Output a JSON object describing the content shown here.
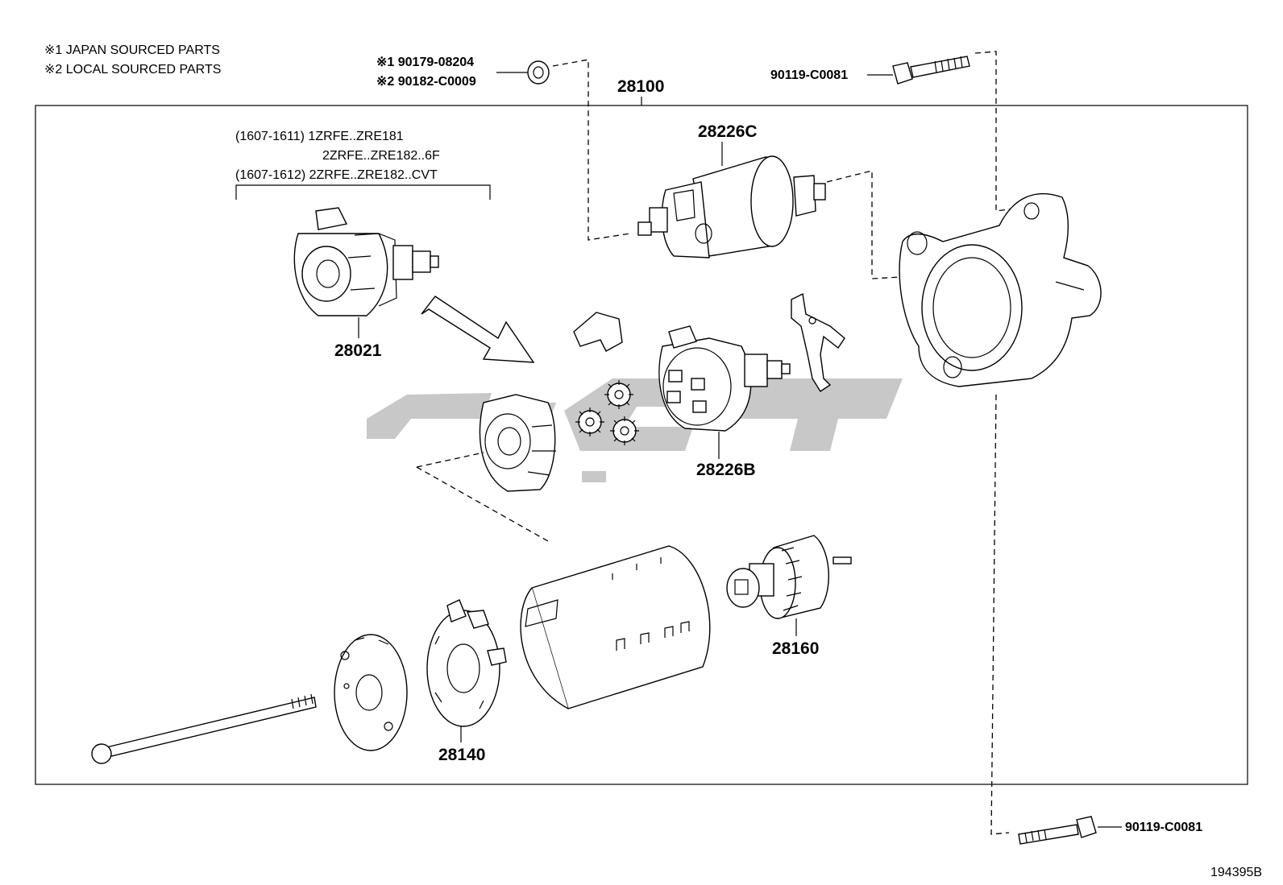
{
  "legend": {
    "line1": "※1  JAPAN SOURCED PARTS",
    "line2": "※2  LOCAL SOURCED PARTS"
  },
  "top_parts": {
    "nut_japan": "※1 90179-08204",
    "nut_local": "※2 90182-C0009",
    "bolt_top": "90119-C0081",
    "bolt_bottom": "90119-C0081"
  },
  "assembly": {
    "label": "28100"
  },
  "applicability": {
    "line1": "(1607-1611) 1ZRFE..ZRE181",
    "line2": "2ZRFE..ZRE182..6F",
    "line3": "(1607-1612) 2ZRFE..ZRE182..CVT"
  },
  "callouts": {
    "solenoid": "28226C",
    "gear_case_alt": "28021",
    "gear_case": "28226B",
    "armature": "28160",
    "brush_holder": "28140"
  },
  "diagram_code": "194395B"
}
